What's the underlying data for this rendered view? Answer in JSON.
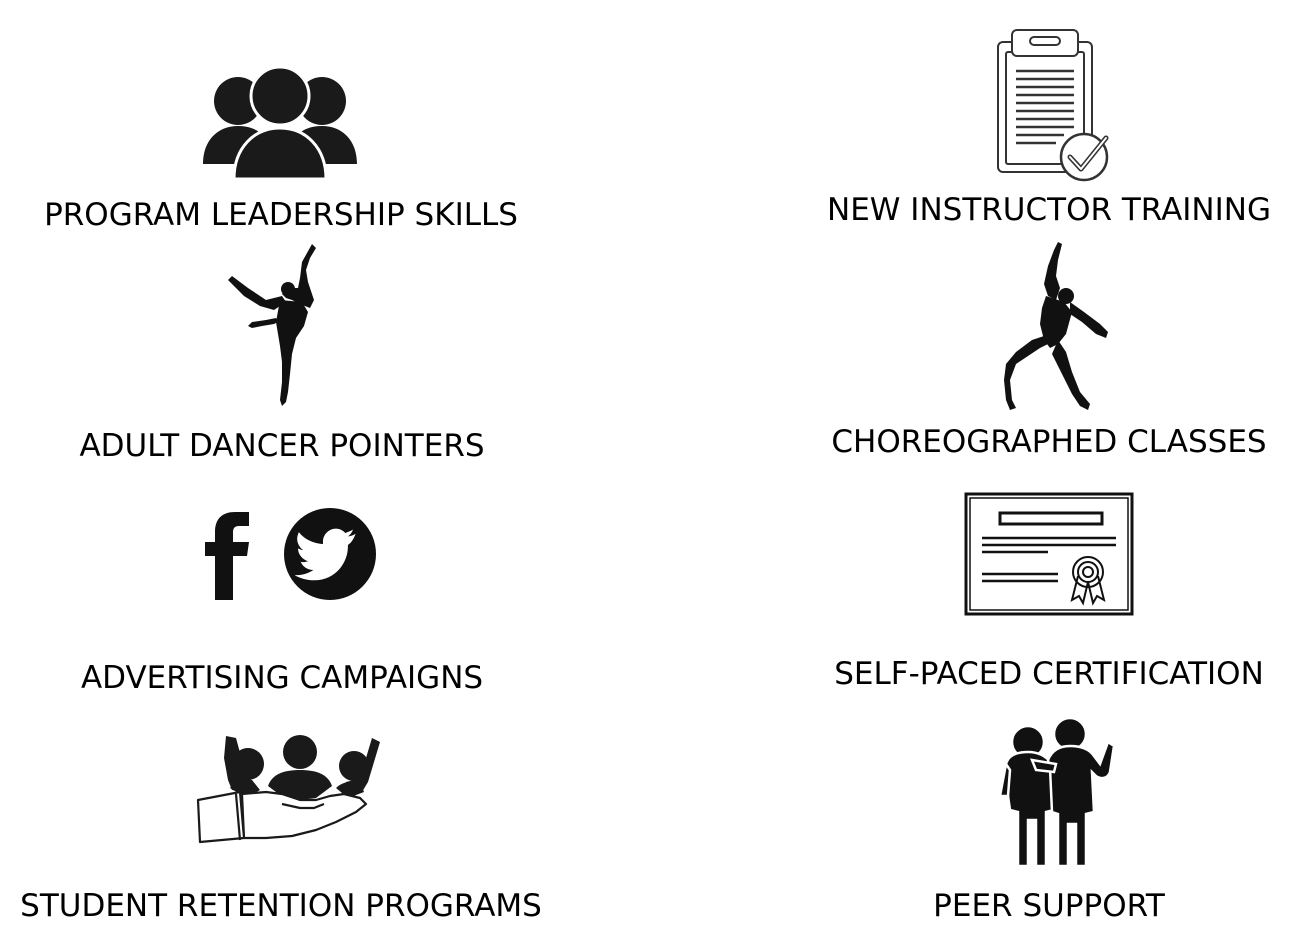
{
  "features": [
    {
      "label": "PROGRAM LEADERSHIP SKILLS",
      "icon": "group-people-icon"
    },
    {
      "label": "NEW INSTRUCTOR TRAINING",
      "icon": "clipboard-check-icon"
    },
    {
      "label": "ADULT DANCER POINTERS",
      "icon": "ballet-dancer-icon"
    },
    {
      "label": "CHOREOGRAPHED CLASSES",
      "icon": "modern-dancer-icon"
    },
    {
      "label": "ADVERTISING CAMPAIGNS",
      "icon": "facebook-twitter-icon"
    },
    {
      "label": "SELF-PACED CERTIFICATION",
      "icon": "certificate-icon"
    },
    {
      "label": "STUDENT RETENTION PROGRAMS",
      "icon": "hand-holding-people-icon"
    },
    {
      "label": "PEER SUPPORT",
      "icon": "peer-support-icon"
    }
  ],
  "colors": {
    "background": "#ffffff",
    "ink": "#000000",
    "icon_fill": "#1a1a1a"
  }
}
